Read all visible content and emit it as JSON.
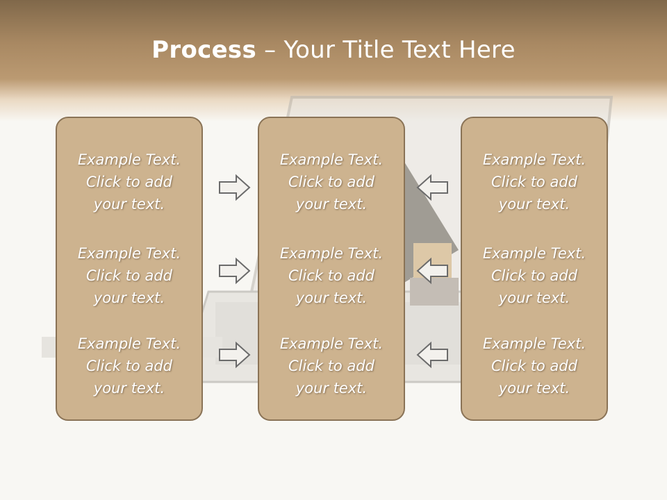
{
  "title": {
    "bold": "Process",
    "rest": " – Your Title Text Here"
  },
  "columns": [
    {
      "items": [
        {
          "line1": "Example Text.",
          "line2": "Click  to add",
          "line3": "your text."
        },
        {
          "line1": "Example Text.",
          "line2": "Click  to add",
          "line3": "your text."
        },
        {
          "line1": "Example Text.",
          "line2": "Click  to add",
          "line3": "your text."
        }
      ]
    },
    {
      "items": [
        {
          "line1": "Example Text.",
          "line2": "Click  to add",
          "line3": "your text."
        },
        {
          "line1": "Example Text.",
          "line2": "Click  to add",
          "line3": "your text."
        },
        {
          "line1": "Example Text.",
          "line2": "Click  to add",
          "line3": "your text."
        }
      ]
    },
    {
      "items": [
        {
          "line1": "Example Text.",
          "line2": "Click  to add",
          "line3": "your text."
        },
        {
          "line1": "Example Text.",
          "line2": "Click  to add",
          "line3": "your text."
        },
        {
          "line1": "Example Text.",
          "line2": "Click  to add",
          "line3": "your text."
        }
      ]
    }
  ],
  "colors": {
    "panel": "#cdb38f",
    "panel_border": "#8a7356",
    "header": "#a88862",
    "arrow_stroke": "#6b6b6b"
  },
  "icons": {
    "left_arrows": "right-arrow-icon",
    "right_arrows": "left-arrow-icon"
  }
}
